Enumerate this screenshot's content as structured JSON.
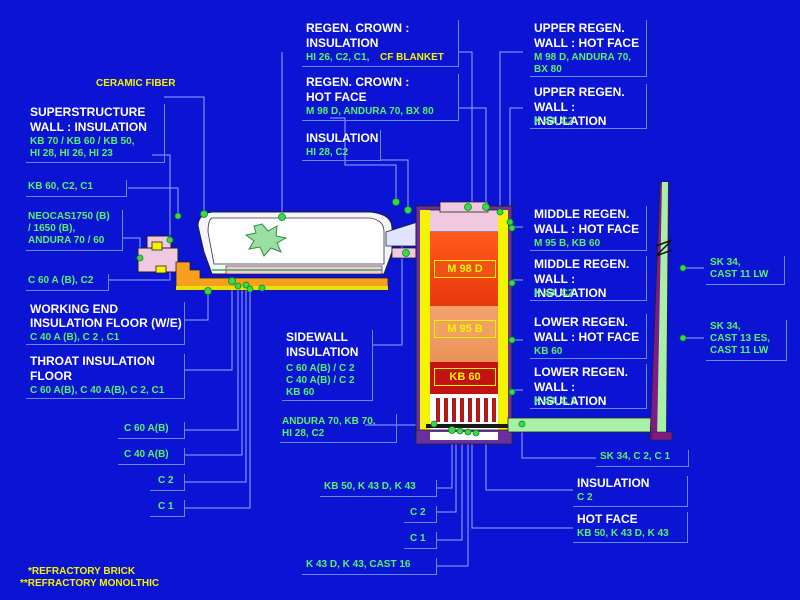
{
  "labels": {
    "ceramic_fiber": "CERAMIC FIBER",
    "superstructure": {
      "title1": "SUPERSTRUCTURE",
      "title2": "WALL : INSULATION",
      "line1": "KB 70 / KB 60 / KB 50,",
      "line2": "HI 28, HI 26, HI 23"
    },
    "kb60_c2_c1": "KB 60, C2, C1",
    "neocas": {
      "line1": "NEOCAS1750 (B)",
      "line2": "/ 1650 (B),",
      "line3": "ANDURA 70 / 60"
    },
    "c60a_b_c2": "C 60 A (B), C2",
    "working_end": {
      "title1": "WORKING END",
      "title2": "INSULATION FLOOR (W/E)",
      "line1": "C 40 A (B), C 2 , C1"
    },
    "throat": {
      "title1": "THROAT  INSULATION",
      "title2": "FLOOR",
      "line1": "C 60 A(B), C 40 A(B), C 2, C1"
    },
    "left_bottom": [
      "C 60 A(B)",
      "C 40 A(B)",
      "C 2",
      "C 1"
    ],
    "legend": {
      "brick": "*REFRACTORY BRICK",
      "monolithic": "**REFRACTORY MONOLTHIC"
    },
    "regen_crown_insulation": {
      "title1": "REGEN. CROWN :",
      "title2": "INSULATION",
      "line1": "HI 26, C2, C1,",
      "line1_highlight": "CF BLANKET"
    },
    "regen_crown_hotface": {
      "title1": "REGEN. CROWN :",
      "title2": "HOT FACE",
      "line1": "M 98 D, ANDURA 70, BX 80"
    },
    "insulation_top": {
      "title1": "INSULATION",
      "line1": "HI 28, C2"
    },
    "sidewall": {
      "title1": "SIDEWALL",
      "title2": "INSULATION",
      "line1": "C 60 A(B) / C 2",
      "line2": "C 40 A(B) / C 2",
      "line3": "KB 60"
    },
    "andura": {
      "line1": "ANDURA 70, KB 70,",
      "line2": "HI 28, C2"
    },
    "kb50_k43d_k43": "KB 50, K 43 D, K 43",
    "c2_mid": "C 2",
    "c1_mid": "C 1",
    "k43d_k43_cast16": "K 43 D, K 43, CAST 16",
    "upper_regen_hot": {
      "title1": "UPPER REGEN.",
      "title2": "WALL : HOT FACE",
      "line1": "M 98 D, ANDURA 70,",
      "line2": "BX 80"
    },
    "upper_regen_ins": {
      "title1": "UPPER REGEN.",
      "title2": "WALL : INSULATION",
      "line1": "K 43, C2"
    },
    "middle_regen_hot": {
      "title1": "MIDDLE REGEN.",
      "title2": "WALL : HOT FACE",
      "line1": "M 95 B, KB 60"
    },
    "middle_regen_ins": {
      "title1": "MIDDLE REGEN.",
      "title2": "WALL : INSULATION",
      "line1": "K 43, C2"
    },
    "lower_regen_hot": {
      "title1": "LOWER REGEN.",
      "title2": "WALL : HOT FACE",
      "line1": "KB 60"
    },
    "lower_regen_ins": {
      "title1": "LOWER REGEN.",
      "title2": "WALL : INSULATION",
      "line1": "K 43, C 1"
    },
    "sk34_c2_c1": "SK 34, C 2, C 1",
    "insulation_bottom": {
      "title1": "INSULATION",
      "line1": "C 2"
    },
    "hot_face_bottom": {
      "title1": "HOT FACE",
      "line1": "KB 50, K 43 D,  K 43"
    },
    "sk34_cast11": {
      "line1": "SK 34,",
      "line2": "CAST 11 LW"
    },
    "sk34_cast13": {
      "line1": "SK 34,",
      "line2": "CAST 13 ES,",
      "line3": "CAST 11 LW"
    }
  },
  "zones": {
    "m98d": "M 98 D",
    "m95b": "M 95 B",
    "kb60": "KB 60"
  },
  "colors": {
    "background": "#0a14d2",
    "heading": "#ffffff",
    "spec": "#56f06a",
    "accent": "#f4f400",
    "leader": "#9aa8ff"
  }
}
